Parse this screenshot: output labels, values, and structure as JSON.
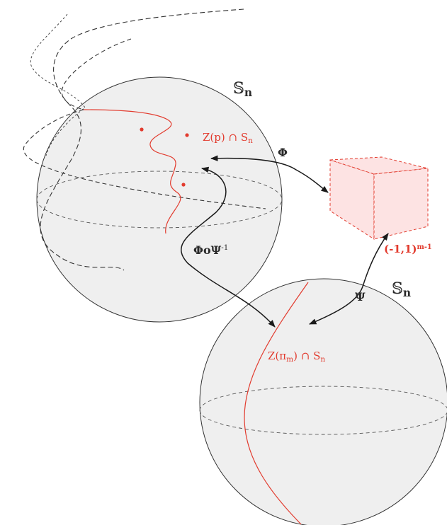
{
  "labels": {
    "sphere_top": {
      "main": "𝕊",
      "sub": "n"
    },
    "sphere_bottom": {
      "main": "𝕊",
      "sub": "n"
    },
    "phi": "Φ",
    "psi": "Ψ",
    "composite": {
      "main": "ΦoΨ",
      "sup": "-1"
    },
    "zero_set_p": {
      "main": "Z(p) ∩ S",
      "sub": "n"
    },
    "zero_set_pi": {
      "main": "Z(π",
      "sub1": "m",
      "rest": ") ∩ S",
      "sub2": "n"
    },
    "cube": {
      "main": "(-1,1)",
      "sup": "m-1"
    }
  },
  "colors": {
    "sphere_fill": "#efefef",
    "outline": "#333333",
    "red": "#e23b2e",
    "cube_fill": "#fde3e3"
  }
}
